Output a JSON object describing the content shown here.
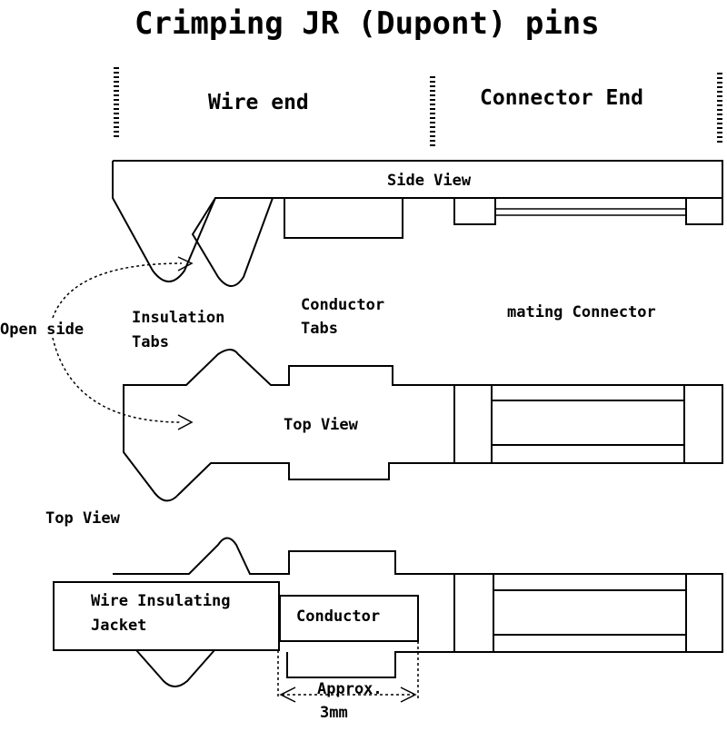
{
  "title": "Crimping JR (Dupont) pins",
  "headings": {
    "wire_end": "Wire end",
    "connector_end": "Connector End"
  },
  "labels": {
    "side_view": "Side View",
    "insulation_tabs_line1": "Insulation",
    "insulation_tabs_line2": "Tabs",
    "conductor_tabs_line1": "Conductor",
    "conductor_tabs_line2": "Tabs",
    "mating_connector": "mating Connector",
    "open_side": "Open side",
    "top_view_center": "Top View",
    "top_view_left": "Top View",
    "wire_jacket_line1": "Wire Insulating",
    "wire_jacket_line2": "Jacket",
    "conductor": "Conductor",
    "approx_line1": "Approx.",
    "approx_line2": "3mm"
  }
}
